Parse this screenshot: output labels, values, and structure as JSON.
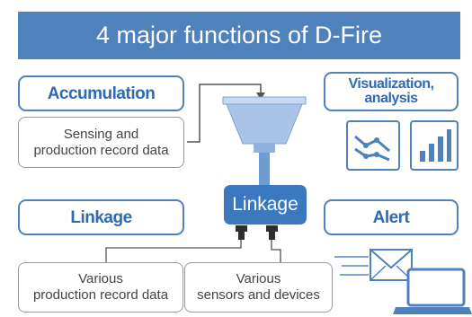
{
  "title": "4 major functions of D-Fire",
  "functions": {
    "accumulation": "Accumulation",
    "visualization": "Visualization,\nanalysis",
    "linkage": "Linkage",
    "alert": "Alert"
  },
  "hub": {
    "label": "Linkage"
  },
  "data_sources": {
    "sensing": "Sensing and\nproduction record data",
    "production": "Various\nproduction record data",
    "sensors": "Various\nsensors and devices"
  },
  "colors": {
    "accent": "#4f81bd",
    "hub": "#3a78c0",
    "funnel": "#a9c4e6",
    "connector": "#2e2e2e",
    "line": "#555555"
  },
  "icons": [
    "funnel-icon",
    "line-chart-icon",
    "bar-chart-icon",
    "connector-plug-icon",
    "envelope-icon",
    "laptop-icon"
  ]
}
